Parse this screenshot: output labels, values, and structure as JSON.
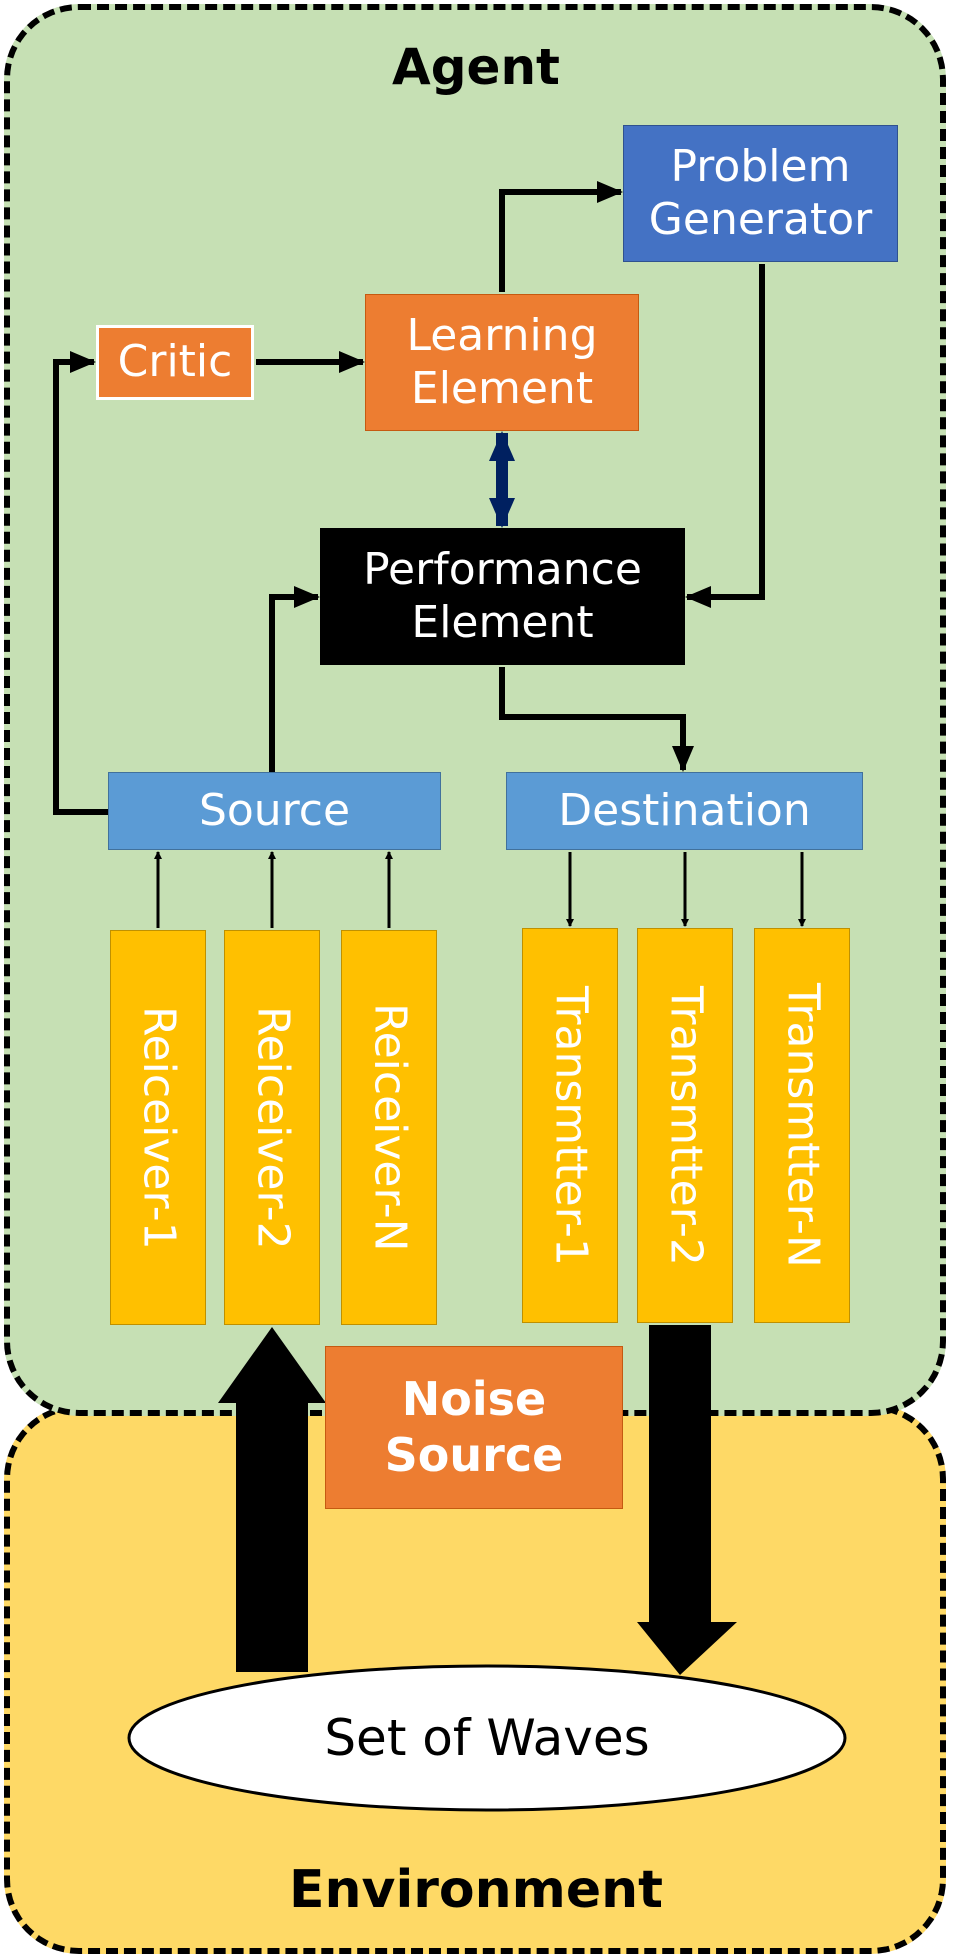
{
  "regions": {
    "agent": "Agent",
    "environment": "Environment"
  },
  "blocks": {
    "critic": "Critic",
    "learning_element": "Learning Element",
    "problem_generator": "Problem Generator",
    "performance_element": "Performance Element",
    "source": "Source",
    "destination": "Destination",
    "noise_source": "Noise Source",
    "set_of_waves": "Set of Waves"
  },
  "receivers": [
    "Reiceiver-1",
    "Reiceiver-2",
    "Reiceiver-N"
  ],
  "transmitters": [
    "Transmtter-1",
    "Transmtter-2",
    "Transmtter-N"
  ],
  "colors": {
    "agent_bg": "#c6e0b4",
    "environment_bg": "#fed966",
    "orange": "#ed7d31",
    "blue_dark": "#4472c4",
    "blue_light": "#5b9bd5",
    "gold": "#ffc000",
    "navy_arrow": "#002060"
  }
}
